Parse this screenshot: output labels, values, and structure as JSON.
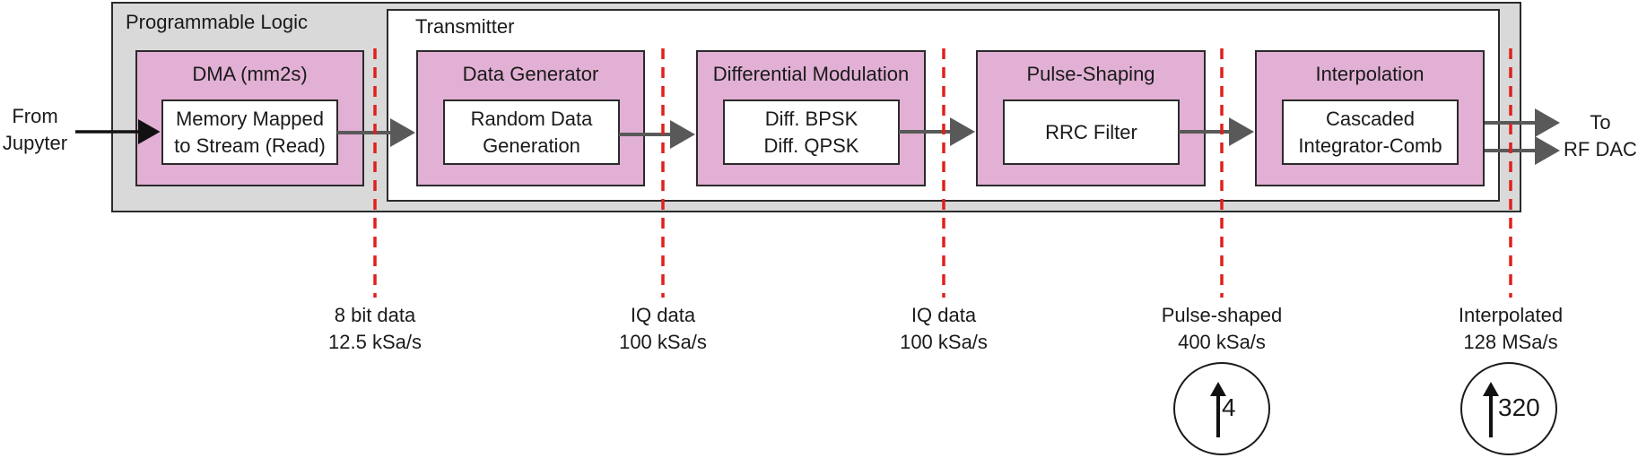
{
  "input_label": "From\nJupyter",
  "output_label": "To\nRF DAC",
  "programmable_logic": {
    "title": "Programmable Logic"
  },
  "transmitter": {
    "title": "Transmitter"
  },
  "blocks": [
    {
      "title": "DMA (mm2s)",
      "inner": "Memory Mapped\nto Stream (Read)"
    },
    {
      "title": "Data Generator",
      "inner": "Random Data\nGeneration"
    },
    {
      "title": "Differential Modulation",
      "inner": "Diff. BPSK\nDiff. QPSK"
    },
    {
      "title": "Pulse-Shaping",
      "inner": "RRC Filter"
    },
    {
      "title": "Interpolation",
      "inner": "Cascaded\nIntegrator-Comb"
    }
  ],
  "taps": [
    {
      "line1": "8 bit data",
      "line2": "12.5 kSa/s"
    },
    {
      "line1": "IQ data",
      "line2": "100 kSa/s"
    },
    {
      "line1": "IQ data",
      "line2": "100 kSa/s"
    },
    {
      "line1": "Pulse-shaped",
      "line2": "400 kSa/s"
    },
    {
      "line1": "Interpolated",
      "line2": "128 MSa/s"
    }
  ],
  "upsamplers": [
    {
      "factor": "4"
    },
    {
      "factor": "320"
    }
  ],
  "colors": {
    "block_fill": "#e2b0d4",
    "container_fill": "#d9d9d9",
    "tap_line": "#e0201c",
    "arrow": "#595959"
  }
}
